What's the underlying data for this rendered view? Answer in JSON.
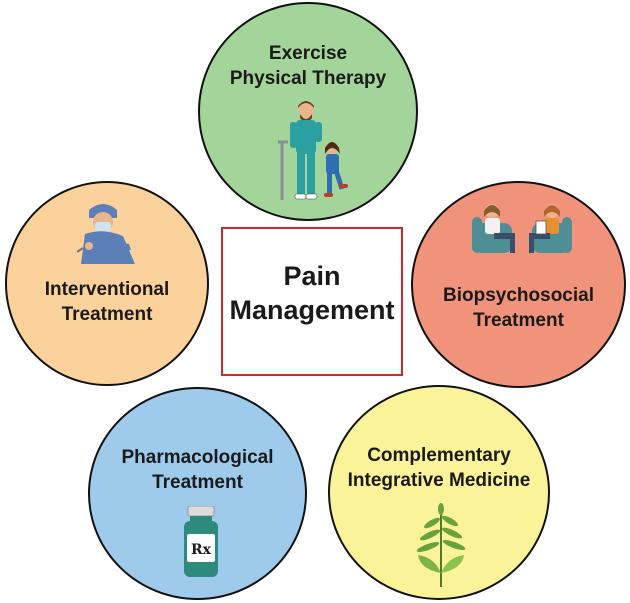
{
  "center": {
    "line1": "Pain",
    "line2": "Management"
  },
  "colors": {
    "exercise": "#a3d49a",
    "interventional": "#fcd29c",
    "biopsychosocial": "#f1937a",
    "pharmacological": "#9ecbeb",
    "complementary": "#fbf39a",
    "center_border": "#d3272e"
  },
  "nodes": {
    "exercise": {
      "line1": "Exercise",
      "line2": "Physical Therapy",
      "icon": "therapist-child-crutch-illustration"
    },
    "interventional": {
      "line1": "Interventional",
      "line2": "Treatment",
      "icon": "surgeon-illustration"
    },
    "biopsychosocial": {
      "line1": "Biopsychosocial",
      "line2": "Treatment",
      "icon": "counseling-session-illustration"
    },
    "pharmacological": {
      "line1": "Pharmacological",
      "line2": "Treatment",
      "icon": "prescription-bottle-illustration",
      "bottle_label": "Rx"
    },
    "complementary": {
      "line1": "Complementary",
      "line2": "Integrative Medicine",
      "icon": "herb-plant-illustration"
    }
  }
}
